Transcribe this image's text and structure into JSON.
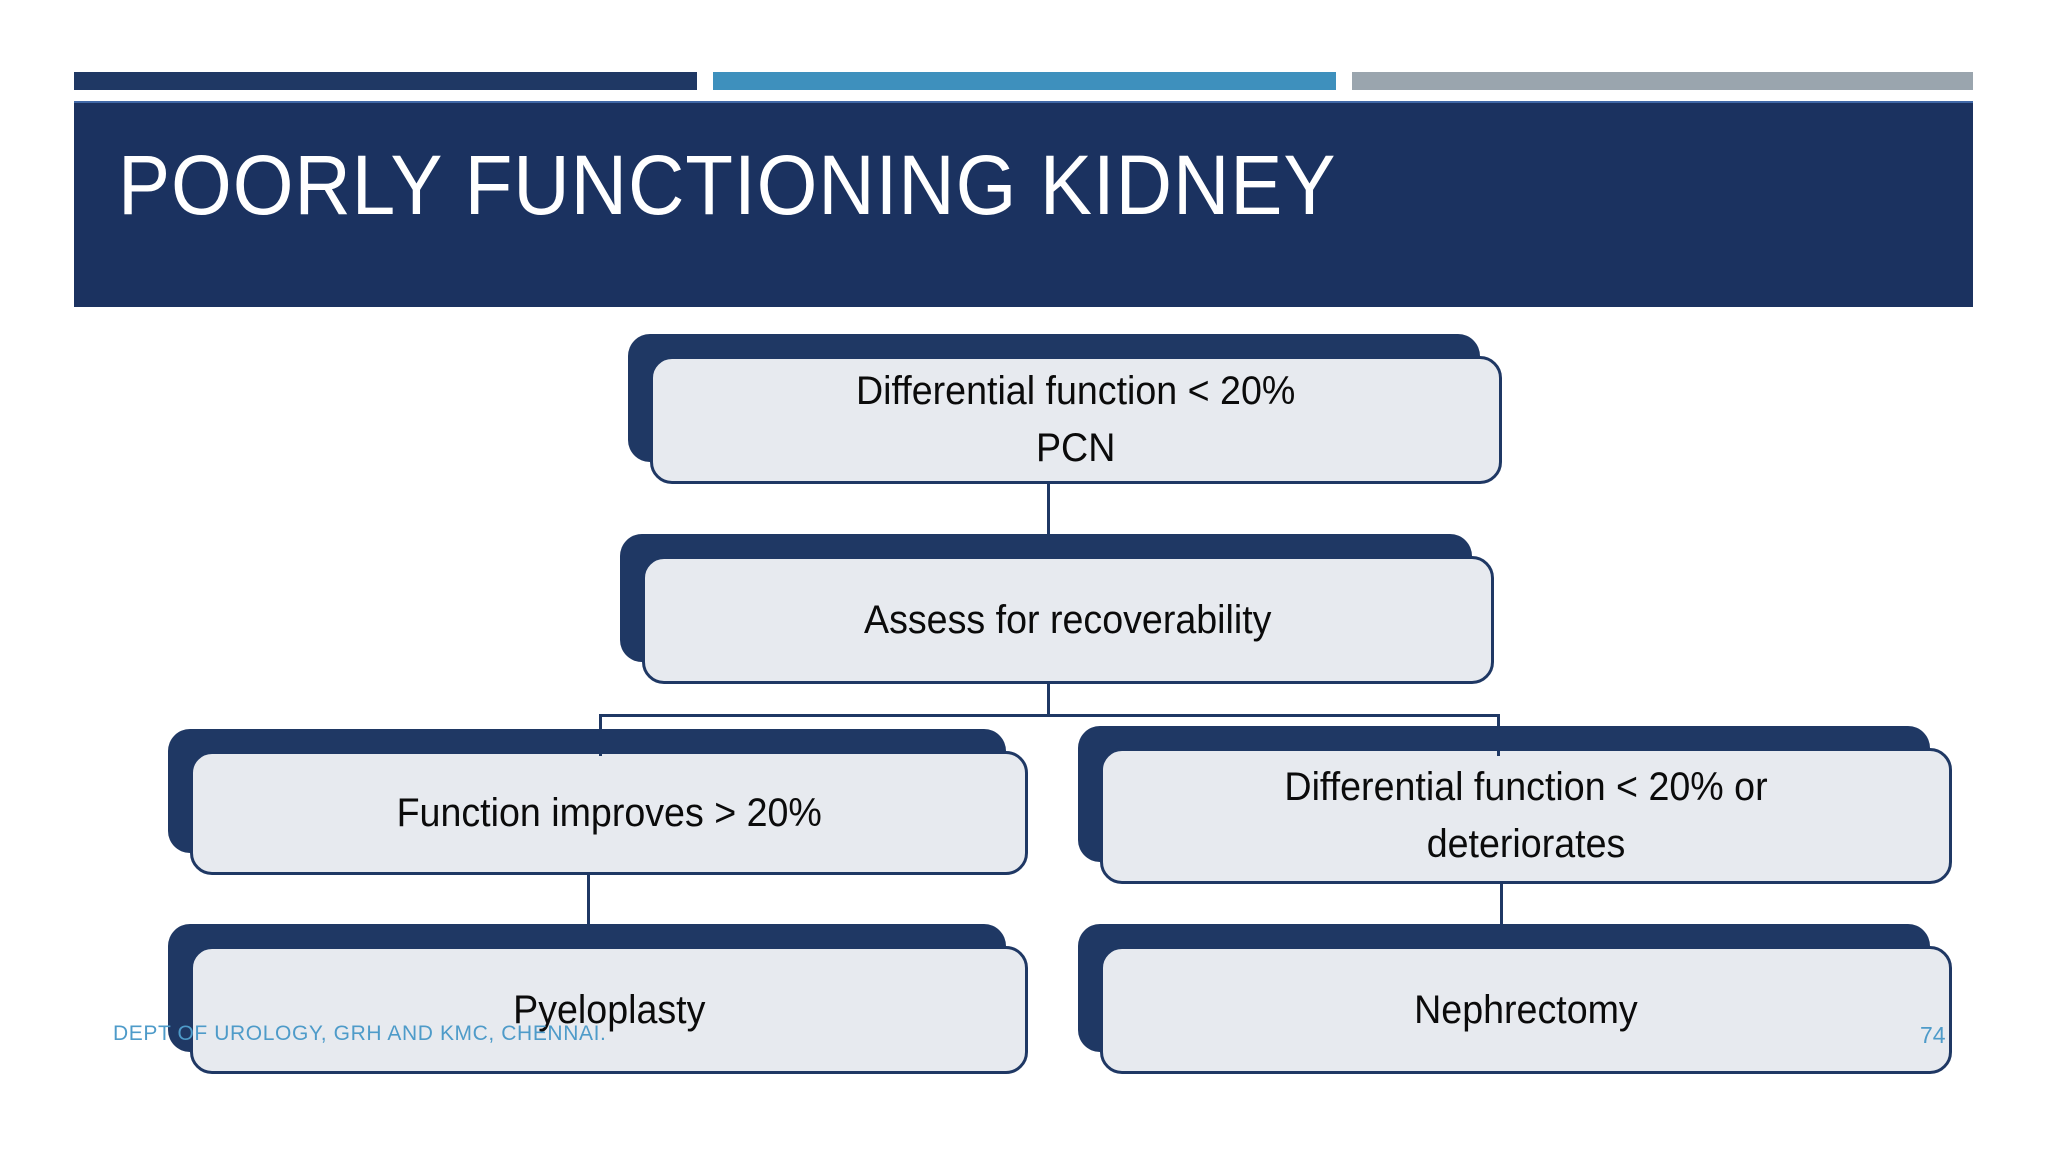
{
  "slide": {
    "title": "POORLY FUNCTIONING KIDNEY",
    "footer": "DEPT OF UROLOGY, GRH AND KMC, CHENNAI.",
    "page_number": "74"
  },
  "colors": {
    "navy": "#1F3864",
    "title_band": "#1B3260",
    "accent_blue": "#3E90BD",
    "accent_grey": "#9AA5AE",
    "box_fill": "#E7EAEF",
    "footer_blue": "#4E9BC9",
    "text_black": "#0B0B0B",
    "white": "#FFFFFF"
  },
  "top_bars": [
    {
      "name": "navy-bar",
      "color": "#1F3864"
    },
    {
      "name": "blue-bar",
      "color": "#3E90BD"
    },
    {
      "name": "grey-bar",
      "color": "#9AA5AE"
    }
  ],
  "flowchart": {
    "type": "diagram",
    "nodes": [
      {
        "id": "n0",
        "label": "Differential function < 20%\nPCN",
        "row": 1,
        "column": "center"
      },
      {
        "id": "n1",
        "label": "Assess for recoverability",
        "row": 2,
        "column": "center"
      },
      {
        "id": "n2",
        "label": "Function improves > 20%",
        "row": 3,
        "column": "left"
      },
      {
        "id": "n3",
        "label": "Differential function < 20% or\ndeteriorates",
        "row": 3,
        "column": "right"
      },
      {
        "id": "n4",
        "label": "Pyeloplasty",
        "row": 4,
        "column": "left"
      },
      {
        "id": "n5",
        "label": "Nephrectomy",
        "row": 4,
        "column": "right"
      }
    ],
    "edges": [
      {
        "from": "n0",
        "to": "n1",
        "style": "straight"
      },
      {
        "from": "n1",
        "to": "n2",
        "style": "elbow-left"
      },
      {
        "from": "n1",
        "to": "n3",
        "style": "elbow-right"
      },
      {
        "from": "n2",
        "to": "n4",
        "style": "straight"
      },
      {
        "from": "n3",
        "to": "n5",
        "style": "straight"
      }
    ]
  }
}
